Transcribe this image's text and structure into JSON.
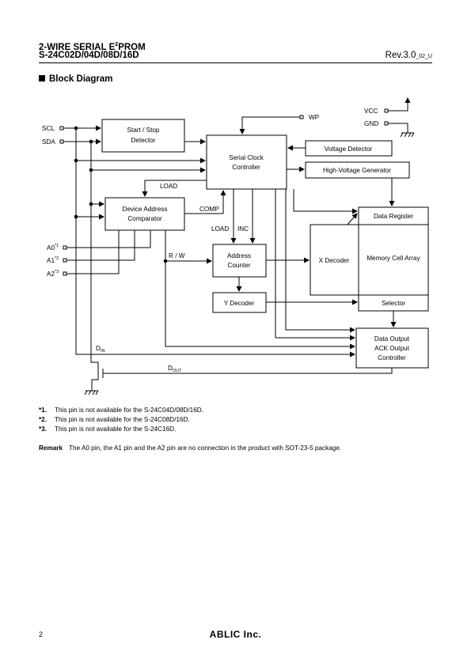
{
  "header": {
    "title_prefix": "2-WIRE SERIAL E",
    "title_sup": "2",
    "title_suffix": "PROM",
    "part": "S-24C02D/04D/08D/16D",
    "rev_main": "Rev.3.0",
    "rev_sub": "_02_U"
  },
  "section_title": "Block Diagram",
  "diagram": {
    "blocks": {
      "start_stop_1": "Start / Stop",
      "start_stop_2": "Detector",
      "serial_clock_1": "Serial Clock",
      "serial_clock_2": "Controller",
      "voltage_detector": "Voltage Detector",
      "hv_generator": "High-Voltage Generator",
      "dev_addr_1": "Device Address",
      "dev_addr_2": "Comparator",
      "data_register": "Data Register",
      "x_decoder": "X Decoder",
      "memory_cell": "Memory Cell Array",
      "address_counter_1": "Address",
      "address_counter_2": "Counter",
      "y_decoder": "Y Decoder",
      "selector": "Selector",
      "data_output_1": "Data Output",
      "data_output_2": "ACK Output",
      "data_output_3": "Controller"
    },
    "pins": {
      "scl": "SCL",
      "sda": "SDA",
      "wp": "WP",
      "vcc": "VCC",
      "gnd": "GND",
      "a0": "A0",
      "a0_sup": "*1",
      "a1": "A1",
      "a1_sup": "*2",
      "a2": "A2",
      "a2_sup": "*3"
    },
    "signals": {
      "load_top": "LOAD",
      "comp": "COMP",
      "load": "LOAD",
      "inc": "INC",
      "rw": "R / W",
      "din_main": "D",
      "din_sub": "IN",
      "dout_main": "D",
      "dout_sub": "OUT"
    }
  },
  "notes": [
    {
      "key": "*1.",
      "text": "This pin is not available for the S-24C04D/08D/16D."
    },
    {
      "key": "*2.",
      "text": "This pin is not available for the S-24C08D/16D."
    },
    {
      "key": "*3.",
      "text": "This pin is not available for the S-24C16D."
    }
  ],
  "remark": {
    "label": "Remark",
    "text": "The A0 pin, the A1 pin and the A2 pin are no connection in the product with SOT-23-5 package."
  },
  "footer": {
    "page": "2",
    "logo": "ABLIC Inc."
  }
}
